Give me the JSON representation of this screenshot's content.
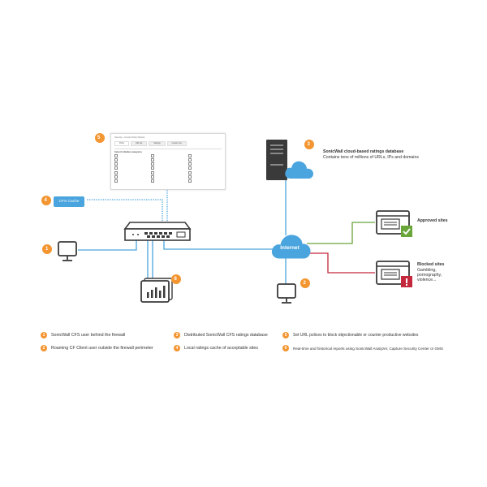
{
  "badges": {
    "n1": "1",
    "n2": "2",
    "n3": "3",
    "n4": "4",
    "n5": "5",
    "n6": "6"
  },
  "cache_label": "CFS Cache",
  "internet_label": "Internet",
  "cloud_db": {
    "title": "SonicWall cloud-based ratings database",
    "subtitle": "Contains tens of millions of URLs, IPs and domains"
  },
  "approved_label": "Approved sites",
  "blocked": {
    "title": "Blocked sites",
    "line1": "Gambling,",
    "line2": "pornography,",
    "line3": "violence..."
  },
  "panel": {
    "breadcrumb": "Security » Content Filter Objects",
    "tabs": [
      "Policy",
      "URI List",
      "Settings",
      "Custom List"
    ],
    "section_title": "Select forbidden categories"
  },
  "legend": [
    {
      "num": "1",
      "text": "SonicWall CFS user behind the firewall"
    },
    {
      "num": "2",
      "text": "Roaming CF Client user outside the firewall perimeter"
    },
    {
      "num": "3",
      "text": "Distributed SonicWall CFS ratings database"
    },
    {
      "num": "4",
      "text": "Local ratings cache of acceptable sites"
    },
    {
      "num": "5",
      "text": "Set URL polices to block objectionable or counter productive websites"
    },
    {
      "num": "6",
      "text": "Real-time and historical reports using SonicWall Analyzer, Capture Security Center or GMS"
    }
  ],
  "colors": {
    "badge": "#f39530",
    "link_blue": "#4aa4dd",
    "approved_green": "#6aa53a",
    "blocked_red": "#c4283c",
    "device_dark": "#3a3a3a"
  },
  "icons": [
    "pc-icon",
    "firewall-appliance-icon",
    "server-icon",
    "cloud-icon",
    "browser-window-icon",
    "checkmark-icon",
    "alert-icon",
    "report-chart-icon"
  ]
}
